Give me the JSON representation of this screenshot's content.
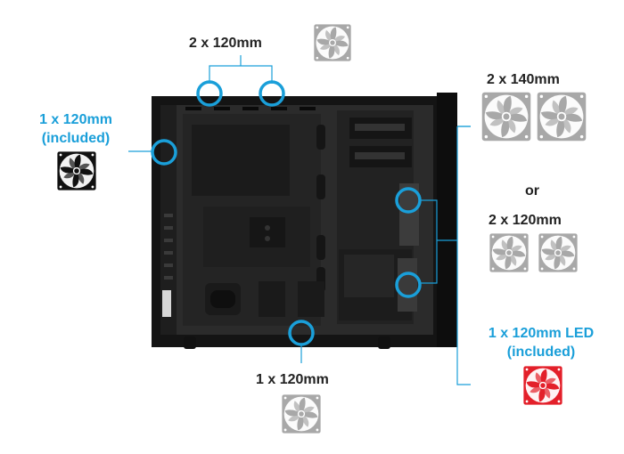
{
  "labels": {
    "top": "2 x 120mm",
    "left_line1": "1 x 120mm",
    "left_line2": "(included)",
    "right_top": "2 x 140mm",
    "or": "or",
    "right_mid": "2 x 120mm",
    "bottom": "1 x 120mm",
    "right_led_line1": "1 x 120mm LED",
    "right_led_line2": "(included)"
  },
  "colors": {
    "accent": "#1a9fd9",
    "fan_gray": "#a8a8a8",
    "fan_black": "#111111",
    "fan_red": "#e3202a",
    "case": "#1c1c1c",
    "case_interior": "#2a2a2a",
    "text": "#222222"
  },
  "icons": {
    "fan": "fan-icon",
    "marker": "mount-circle"
  }
}
